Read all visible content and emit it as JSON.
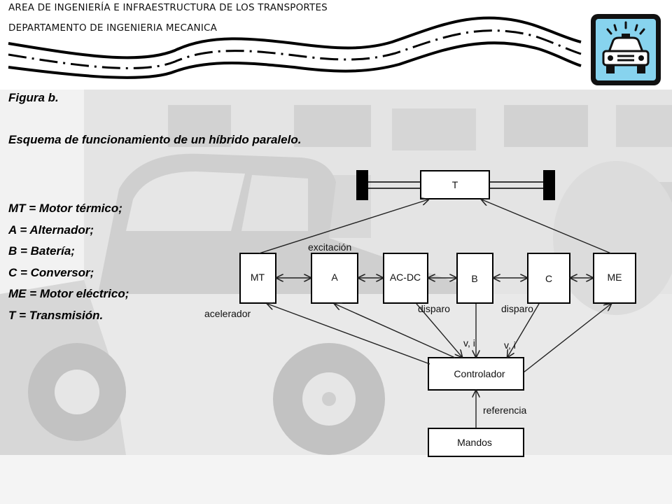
{
  "header": {
    "line1": "AREA DE INGENIERÍA E INFRAESTRUCTURA DE LOS TRANSPORTES",
    "line2": "DEPARTAMENTO DE INGENIERIA MECANICA"
  },
  "logo": {
    "icon": "car-icon",
    "background": "#87d3ee"
  },
  "figure": {
    "label": "Figura b.",
    "title": "Esquema de funcionamiento de un híbrido paralelo."
  },
  "legend": [
    "MT = Motor térmico;",
    "A = Alternador;",
    "B = Batería;",
    "C = Conversor;",
    "ME = Motor eléctrico;",
    "T = Transmisión."
  ],
  "diagram": {
    "blocks": {
      "transmission": "T",
      "mt": "MT",
      "a": "A",
      "acdc": "AC-DC",
      "b": "B",
      "c": "C",
      "me": "ME",
      "controller": "Controlador",
      "mandos": "Mandos"
    },
    "labels": {
      "excitacion": "excitación",
      "acelerador": "acelerador",
      "disparo1": "disparo",
      "disparo2": "disparo",
      "vi1": "v, i",
      "vi2": "v, i",
      "referencia": "referencia"
    }
  }
}
